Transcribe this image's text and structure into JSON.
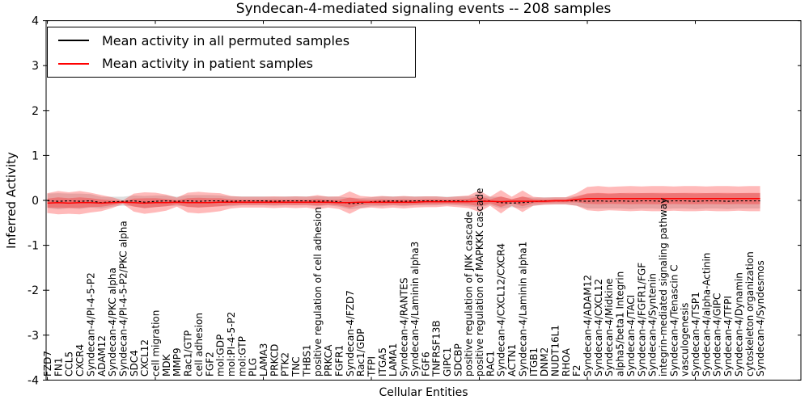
{
  "chart_data": {
    "type": "line",
    "title": "Syndecan-4-mediated signaling events -- 208 samples",
    "xlabel": "Cellular Entities",
    "ylabel": "Inferred Activity",
    "ylim": [
      -4,
      4
    ],
    "yticks": [
      4,
      3,
      2,
      1,
      0,
      -1,
      -2,
      -3,
      -4
    ],
    "grid": false,
    "legend_position": "upper left",
    "band_note": "lines are means, shaded bands are +/- one std; values in activity units",
    "categories": [
      "FZD7",
      "FN1",
      "CCL5",
      "CXCR4",
      "Syndecan-4/PI-4-5-P2",
      "ADAM12",
      "Syndecan-4/PKC alpha",
      "Syndecan-4/PI-4-5-P2/PKC alpha",
      "SDC4",
      "CXCL12",
      "cell migration",
      "MDK",
      "MMP9",
      "Rac1/GTP",
      "cell adhesion",
      "FGF2",
      "mol:GDP",
      "mol:PI-4-5-P2",
      "mol:GTP",
      "PLG",
      "LAMA3",
      "PRKCD",
      "PTK2",
      "TNC",
      "THBS1",
      "positive regulation of cell adhesion",
      "PRKCA",
      "FGFR1",
      "Syndecan-4/FZD7",
      "Rac1/GDP",
      "TFPI",
      "ITGA5",
      "LAMA1",
      "Syndecan-4/RANTES",
      "Syndecan-4/Laminin alpha3",
      "FGF6",
      "TNFRSF13B",
      "GIPC1",
      "SDCBP",
      "positive regulation of JNK cascade",
      "positive regulation of MAPKKK cascade",
      "RAC1",
      "Syndecan-4/CXCL12/CXCR4",
      "ACTN1",
      "Syndecan-4/Laminin alpha1",
      "ITGB1",
      "DNM2",
      "NUDT16L1",
      "RHOA",
      "F2",
      "Syndecan-4/ADAM12",
      "Syndecan-4/CXCL12",
      "Syndecan-4/Midkine",
      "alpha5/beta1 Integrin",
      "Syndecan-4/TACI",
      "Syndecan-4/FGFR1/FGF",
      "Syndecan-4/Syntenin",
      "integrin-mediated signaling pathway",
      "Syndecan-4/Tenascin C",
      "vasculogenesis",
      "Syndecan-4/TSP1",
      "Syndecan-4/alpha-Actinin",
      "Syndecan-4/GIPC",
      "Syndecan-4/TFPI",
      "Syndecan-4/Dynamin",
      "cytoskeleton organization",
      "Syndecan-4/Syndesmos"
    ],
    "series": [
      {
        "name": "Mean activity in all permuted samples",
        "color": "#000000",
        "band_color": "#999999",
        "values": [
          -0.01,
          -0.02,
          -0.01,
          -0.02,
          -0.01,
          -0.05,
          -0.03,
          -0.02,
          -0.01,
          -0.04,
          -0.02,
          -0.01,
          -0.02,
          -0.01,
          -0.02,
          -0.01,
          -0.01,
          -0.02,
          -0.01,
          -0.01,
          -0.01,
          -0.02,
          -0.01,
          -0.01,
          -0.01,
          -0.02,
          -0.01,
          -0.03,
          -0.07,
          -0.06,
          -0.03,
          -0.02,
          -0.01,
          -0.02,
          -0.01,
          -0.01,
          -0.01,
          -0.01,
          -0.01,
          -0.02,
          -0.02,
          -0.01,
          -0.05,
          -0.06,
          -0.05,
          -0.03,
          -0.01,
          -0.01,
          -0.01,
          -0.01,
          -0.02,
          -0.01,
          -0.02,
          -0.01,
          -0.02,
          -0.01,
          -0.01,
          -0.02,
          -0.01,
          -0.01,
          -0.02,
          -0.01,
          -0.01,
          -0.02,
          -0.01,
          -0.01,
          -0.01
        ],
        "band": [
          0.16,
          0.18,
          0.16,
          0.17,
          0.15,
          0.13,
          0.11,
          0.1,
          0.12,
          0.14,
          0.13,
          0.12,
          0.1,
          0.13,
          0.14,
          0.13,
          0.12,
          0.11,
          0.1,
          0.1,
          0.1,
          0.1,
          0.1,
          0.1,
          0.1,
          0.11,
          0.1,
          0.11,
          0.13,
          0.11,
          0.1,
          0.11,
          0.1,
          0.11,
          0.1,
          0.1,
          0.1,
          0.09,
          0.1,
          0.11,
          0.13,
          0.09,
          0.13,
          0.09,
          0.13,
          0.09,
          0.08,
          0.08,
          0.08,
          0.11,
          0.16,
          0.17,
          0.16,
          0.17,
          0.17,
          0.17,
          0.17,
          0.17,
          0.17,
          0.17,
          0.17,
          0.17,
          0.17,
          0.17,
          0.17,
          0.17,
          0.17
        ]
      },
      {
        "name": "Mean activity in patient samples",
        "color": "#ff0000",
        "band_color": "#ff0000",
        "values": [
          -0.06,
          -0.05,
          -0.06,
          -0.05,
          -0.05,
          -0.06,
          -0.05,
          -0.04,
          -0.05,
          -0.06,
          -0.05,
          -0.05,
          -0.04,
          -0.05,
          -0.05,
          -0.05,
          -0.04,
          -0.04,
          -0.04,
          -0.04,
          -0.04,
          -0.04,
          -0.04,
          -0.04,
          -0.04,
          -0.04,
          -0.04,
          -0.05,
          -0.05,
          -0.04,
          -0.04,
          -0.04,
          -0.04,
          -0.04,
          -0.04,
          -0.03,
          -0.03,
          -0.03,
          -0.03,
          -0.03,
          -0.02,
          -0.02,
          -0.03,
          -0.02,
          -0.02,
          -0.02,
          -0.02,
          -0.01,
          -0.01,
          0.02,
          0.04,
          0.04,
          0.04,
          0.04,
          0.04,
          0.04,
          0.04,
          0.04,
          0.04,
          0.04,
          0.04,
          0.04,
          0.04,
          0.04,
          0.04,
          0.04,
          0.04
        ],
        "band": [
          0.22,
          0.26,
          0.24,
          0.26,
          0.22,
          0.18,
          0.12,
          0.04,
          0.2,
          0.24,
          0.22,
          0.18,
          0.1,
          0.22,
          0.24,
          0.22,
          0.2,
          0.14,
          0.12,
          0.12,
          0.12,
          0.13,
          0.12,
          0.13,
          0.12,
          0.16,
          0.12,
          0.14,
          0.25,
          0.14,
          0.12,
          0.14,
          0.12,
          0.14,
          0.12,
          0.12,
          0.12,
          0.1,
          0.12,
          0.14,
          0.24,
          0.1,
          0.26,
          0.1,
          0.24,
          0.1,
          0.08,
          0.08,
          0.08,
          0.14,
          0.26,
          0.28,
          0.26,
          0.27,
          0.28,
          0.27,
          0.28,
          0.28,
          0.27,
          0.28,
          0.28,
          0.27,
          0.28,
          0.28,
          0.27,
          0.28,
          0.28
        ]
      }
    ]
  }
}
